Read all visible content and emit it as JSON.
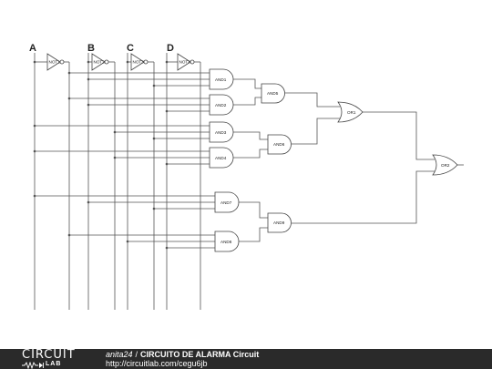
{
  "diagram": {
    "inputs": [
      {
        "id": "A",
        "label": "A"
      },
      {
        "id": "B",
        "label": "B"
      },
      {
        "id": "C",
        "label": "C"
      },
      {
        "id": "D",
        "label": "D"
      }
    ],
    "not_gates": [
      {
        "id": "NOT1",
        "label": "NOT1",
        "input": "A"
      },
      {
        "id": "NOT2",
        "label": "NOT2",
        "input": "B"
      },
      {
        "id": "NOT3",
        "label": "NOT3",
        "input": "C"
      },
      {
        "id": "NOT4",
        "label": "NOT4",
        "input": "D"
      }
    ],
    "and_gates": [
      {
        "id": "AND1",
        "label": "AND1"
      },
      {
        "id": "AND2",
        "label": "AND2"
      },
      {
        "id": "AND3",
        "label": "AND3"
      },
      {
        "id": "AND4",
        "label": "AND4"
      },
      {
        "id": "AND5",
        "label": "AND5",
        "inputs": [
          "AND1",
          "AND2"
        ]
      },
      {
        "id": "AND6",
        "label": "AND6",
        "inputs": [
          "AND3",
          "AND4"
        ]
      },
      {
        "id": "AND7",
        "label": "AND7"
      },
      {
        "id": "AND8",
        "label": "AND8"
      },
      {
        "id": "AND9",
        "label": "AND9",
        "inputs": [
          "AND7",
          "AND8"
        ]
      }
    ],
    "or_gates": [
      {
        "id": "OR1",
        "label": "OR1",
        "inputs": [
          "AND5",
          "AND6"
        ]
      },
      {
        "id": "OR2",
        "label": "OR2",
        "inputs": [
          "OR1",
          "AND9"
        ]
      }
    ]
  },
  "footer": {
    "logo_top": "CIRCUIT",
    "logo_bottom": "LAB",
    "author": "anita24",
    "separator": "/",
    "circuit_name": "CIRCUITO DE ALARMA Circuit",
    "url": "http://circuitlab.com/cegu6jb"
  },
  "colors": {
    "wire": "#555555",
    "footer_bg": "#2a2a2a",
    "footer_text": "#ffffff"
  }
}
